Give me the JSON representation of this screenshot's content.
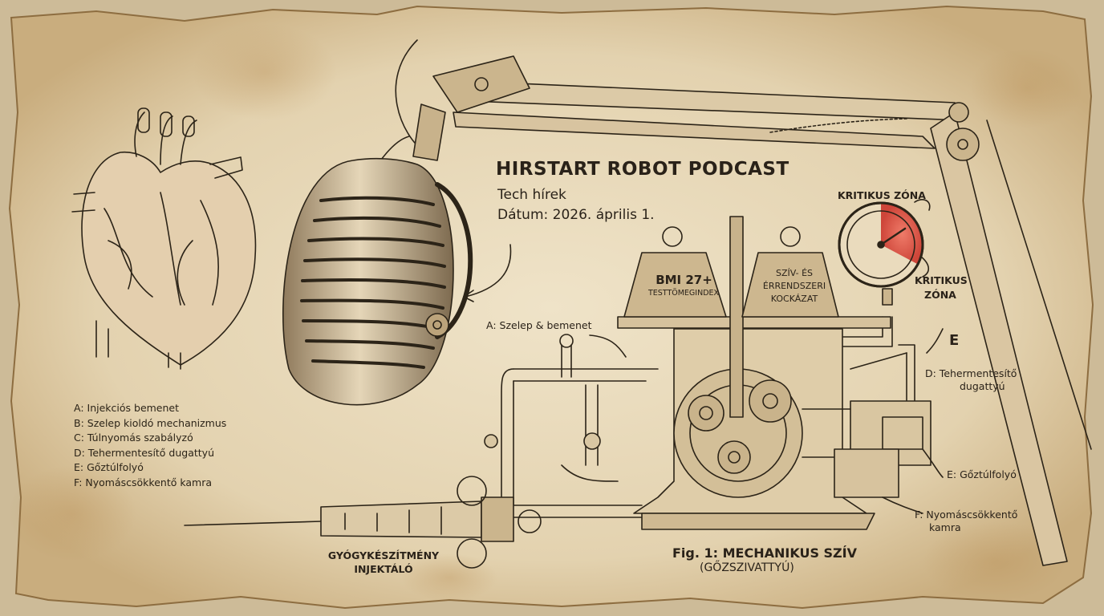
{
  "header": {
    "title": "HIRSTART ROBOT PODCAST",
    "subtitle": "Tech hírek",
    "date": "Dátum: 2026. április 1."
  },
  "legend": [
    "A: Injekciós bemenet",
    "B: Szelep kioldó mechanizmus",
    "C: Túlnyomás szabályzó",
    "D: Tehermentesítő dugattyú",
    "E: Gőztúlfolyó",
    "F: Nyomáscsökkentő kamra"
  ],
  "weights": {
    "left_line1": "BMI 27+",
    "left_line2": "TESTTÖMEGINDEX",
    "right_line1": "SZÍV- ÉS",
    "right_line2": "ÉRRENDSZERI",
    "right_line3": "KOCKÁZAT"
  },
  "gauge": {
    "label_top": "KRITIKUS ZÓNA",
    "label_right_line1": "KRITIKUS",
    "label_right_line2": "ZÓNA",
    "critical_color": "#d6352c"
  },
  "callouts": {
    "a": "A: Szelep & bemenet",
    "e_letter": "E",
    "d_line1": "D: Tehermentesítő",
    "d_line2": "dugattyú",
    "e": "E: Gőztúlfolyó",
    "f_line1": "F: Nyomáscsökkentő",
    "f_line2": "kamra"
  },
  "injector": {
    "line1": "GYÓGYKÉSZÍTMÉNY",
    "line2": "INJEKTÁLÓ"
  },
  "figure": {
    "caption": "Fig. 1: MECHANIKUS SZÍV",
    "subcaption": "(GŐZSZIVATTYÚ)"
  },
  "colors": {
    "paper": "#e9dcc0",
    "ink": "#2c2418",
    "stain": "#b98f55"
  },
  "icons": [
    "heart-sketch",
    "microphone-sketch",
    "boom-arm",
    "pressure-gauge",
    "weight-icon",
    "gear-icon",
    "syringe-sketch"
  ]
}
